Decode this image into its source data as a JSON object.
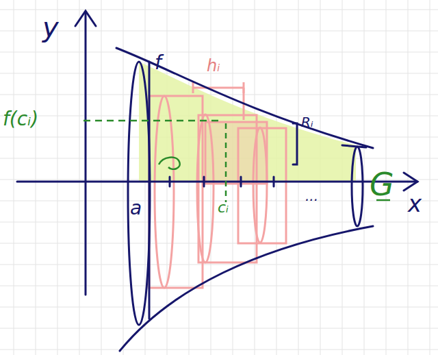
{
  "diagram": {
    "labels": [
      "y",
      "f",
      "hᵢ",
      "f(cᵢ)",
      "Rᵢ",
      "a",
      "cᵢ",
      "...",
      "G",
      "x"
    ]
  }
}
